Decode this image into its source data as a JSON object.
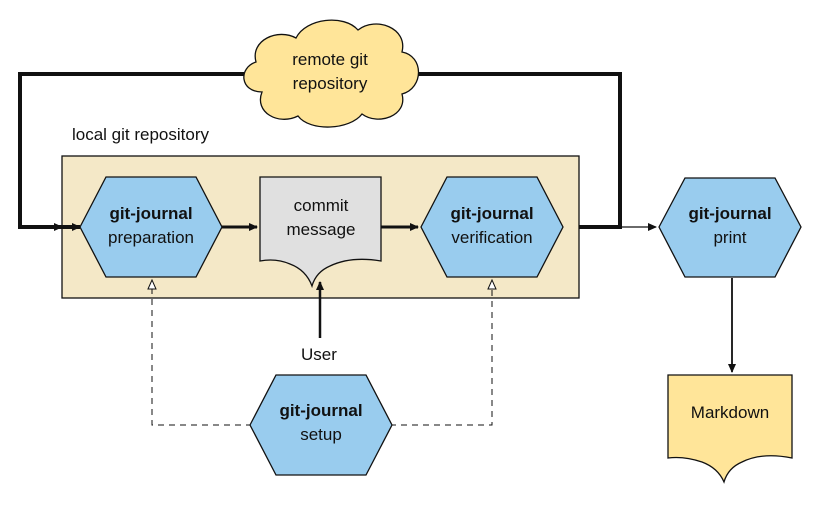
{
  "cloud": {
    "line1": "remote git",
    "line2": "repository"
  },
  "container": {
    "label": "local git repository"
  },
  "nodes": {
    "preparation": {
      "title": "git-journal",
      "subtitle": "preparation"
    },
    "commit": {
      "line1": "commit",
      "line2": "message"
    },
    "verification": {
      "title": "git-journal",
      "subtitle": "verification"
    },
    "print": {
      "title": "git-journal",
      "subtitle": "print"
    },
    "setup": {
      "title": "git-journal",
      "subtitle": "setup"
    },
    "markdown": {
      "label": "Markdown"
    }
  },
  "user_label": "User",
  "colors": {
    "hexagon_fill": "#99ccee",
    "cloud_fill": "#ffe599",
    "container_fill": "#f4e8c7",
    "document_fill": "#e0e0e0",
    "markdown_fill": "#ffe599",
    "stroke": "#111111"
  }
}
